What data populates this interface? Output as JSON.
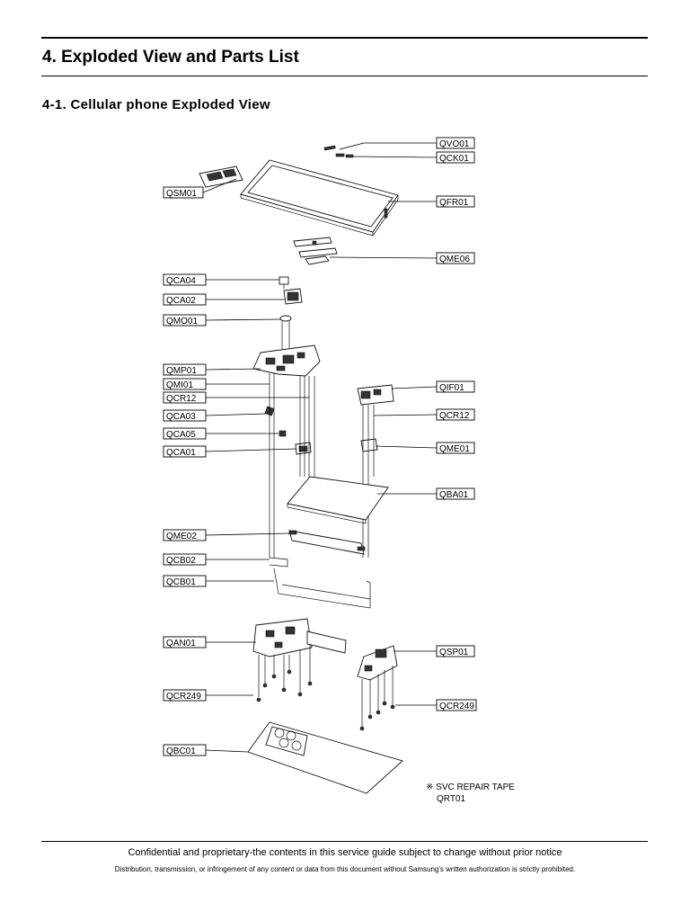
{
  "header": {
    "title": "4. Exploded View and Parts List",
    "subtitle": "4-1. Cellular phone Exploded View"
  },
  "callouts": {
    "QVO01": "QVO01",
    "QCK01": "QCK01",
    "QSM01": "QSM01",
    "QFR01": "QFR01",
    "QME06": "QME06",
    "QCA04": "QCA04",
    "QCA02": "QCA02",
    "QMO01": "QMO01",
    "QMP01": "QMP01",
    "QMI01": "QMI01",
    "QCR12_left": "QCR12",
    "QCA03": "QCA03",
    "QCA05": "QCA05",
    "QCA01": "QCA01",
    "QIF01": "QIF01",
    "QCR12_right": "QCR12",
    "QME01": "QME01",
    "QBA01": "QBA01",
    "QME02": "QME02",
    "QCB02": "QCB02",
    "QCB01": "QCB01",
    "QAN01": "QAN01",
    "QSP01": "QSP01",
    "QCR249_left": "QCR249",
    "QCR249_right": "QCR249",
    "QBC01": "QBC01"
  },
  "note": {
    "symbol": "※",
    "line1": "SVC REPAIR TAPE",
    "line2": "QRT01"
  },
  "footer": {
    "line1": "Confidential and proprietary-the contents in this service guide subject to change without prior notice",
    "line2": "Distribution, transmission, or infringement of any content or data from this document without Samsung's written authorization is strictly prohibited."
  }
}
